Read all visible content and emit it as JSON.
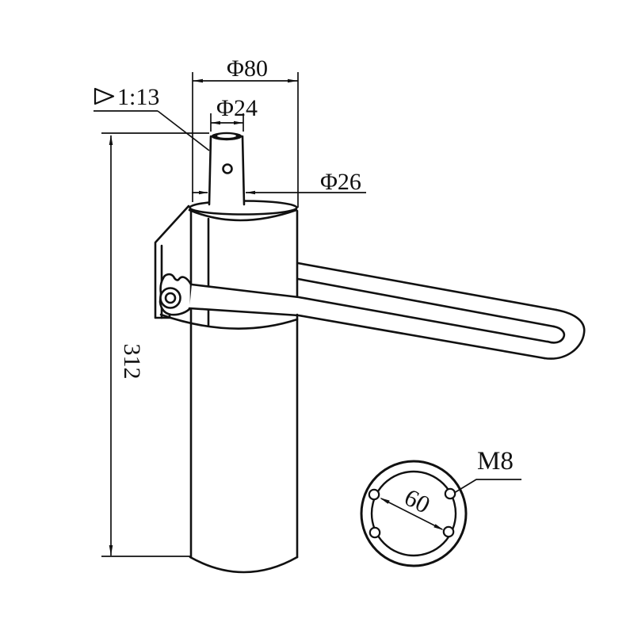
{
  "drawing": {
    "type": "engineering-drawing",
    "line_color": "#111111",
    "background_color": "#ffffff",
    "annotations": {
      "outer_diameter": "Φ80",
      "top_diameter": "Φ24",
      "spindle_diameter": "Φ26",
      "taper_ratio": "1:13",
      "overall_height": "312",
      "thread_label": "M8",
      "bolt_circle_diameter": "60"
    }
  }
}
